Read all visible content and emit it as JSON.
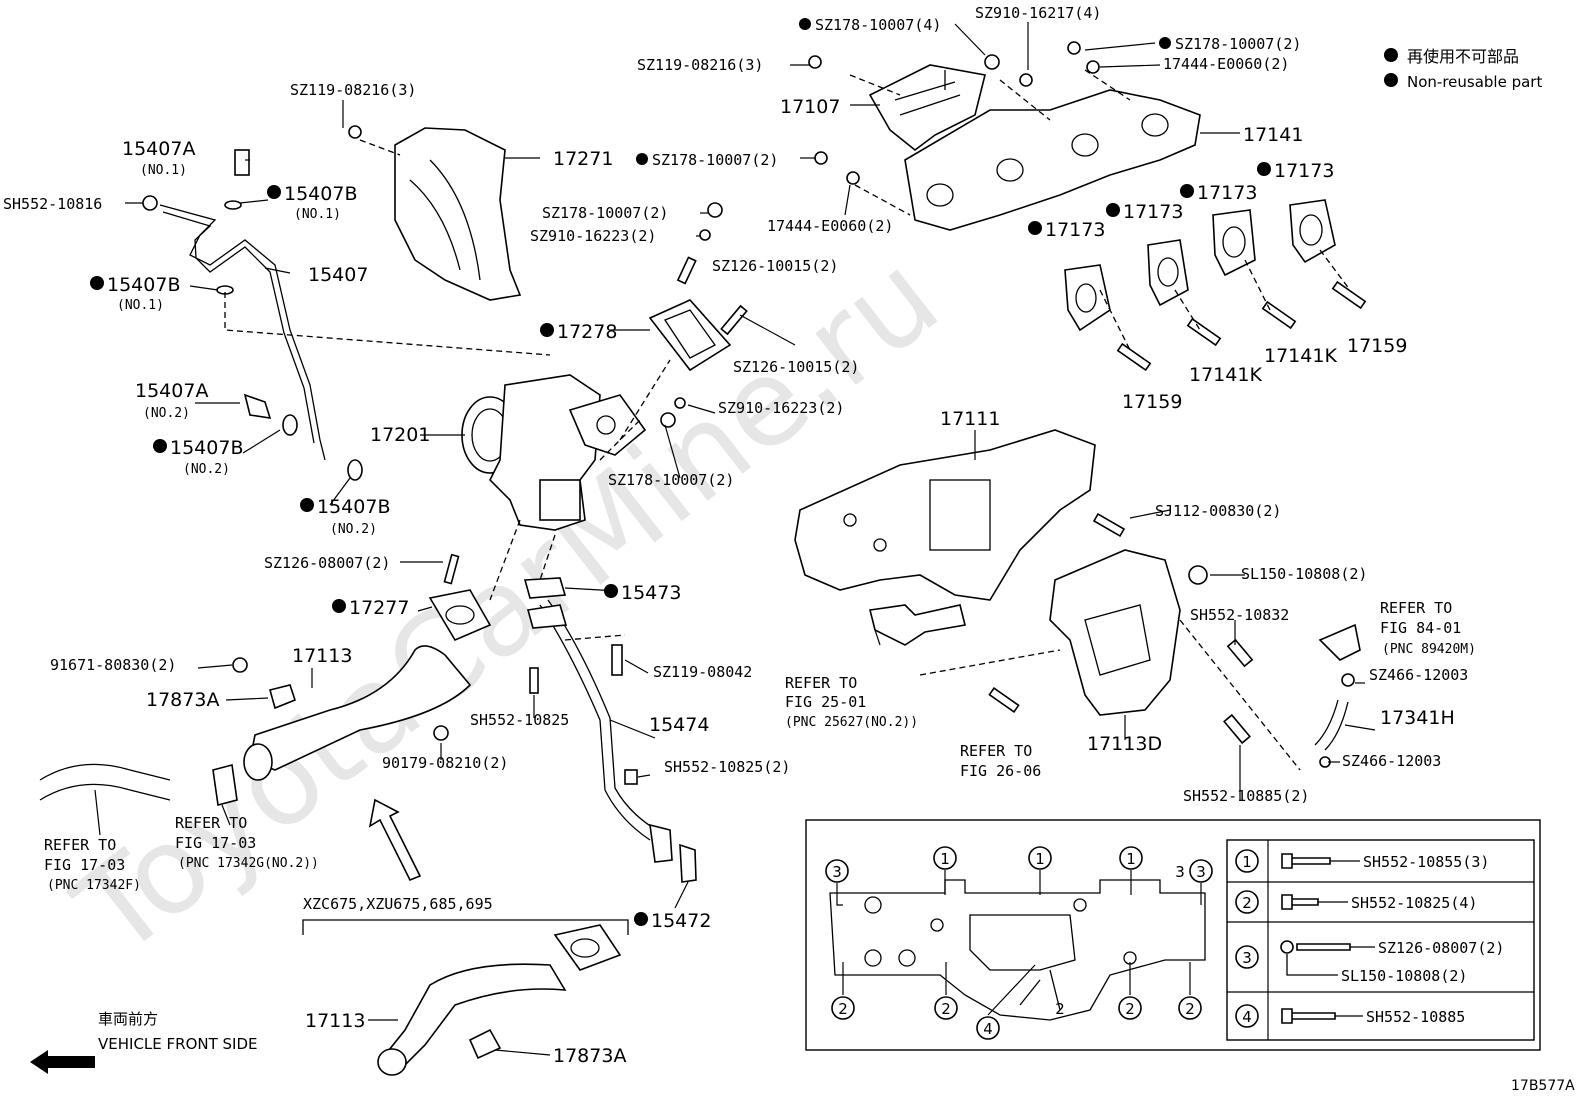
{
  "watermark": "ToyotaCarMine.ru",
  "legend": {
    "jp": "再使用不可部品",
    "en": "Non-reusable part"
  },
  "figure_code": "17B577A",
  "vehicle_front": {
    "jp": "車両前方",
    "en": "VEHICLE FRONT SIDE"
  },
  "model_bracket": "XZC675,XZU675,685,695",
  "labels": {
    "l_sz178_top": "SZ178-10007(4)",
    "l_sz910_top": "SZ910-16217(4)",
    "l_sz178_top2": "SZ178-10007(2)",
    "l_17444_top": "17444-E0060(2)",
    "l_sz119_a": "SZ119-08216(3)",
    "l_17107": "17107",
    "l_17141": "17141",
    "l_sz119_b": "SZ119-08216(3)",
    "l_17271": "17271",
    "l_15407a_1": "15407A",
    "l_no1_a": "(NO.1)",
    "l_sz178_mid": "SZ178-10007(2)",
    "l_17444_mid": "17444-E0060(2)",
    "l_sh552_10816": "SH552-10816",
    "l_15407b_1": "15407B",
    "l_no1_b": "(NO.1)",
    "l_sz178_c": "SZ178-10007(2)",
    "l_sz910_c": "SZ910-16223(2)",
    "l_17173_a": "17173",
    "l_17173_b": "17173",
    "l_17173_c": "17173",
    "l_17173_d": "17173",
    "l_sz126_a": "SZ126-10015(2)",
    "l_15407": "15407",
    "l_15407b_2": "15407B",
    "l_no1_c": "(NO.1)",
    "l_17278": "17278",
    "l_sz126_b": "SZ126-10015(2)",
    "l_17141k_a": "17141K",
    "l_17141k_b": "17141K",
    "l_17159_a": "17159",
    "l_17159_b": "17159",
    "l_15407a_2": "15407A",
    "l_no2_a": "(NO.2)",
    "l_sz910_d": "SZ910-16223(2)",
    "l_17111": "17111",
    "l_17201": "17201",
    "l_15407b_3": "15407B",
    "l_no2_b": "(NO.2)",
    "l_sz178_d": "SZ178-10007(2)",
    "l_15407b_4": "15407B",
    "l_no2_c": "(NO.2)",
    "l_sj112": "SJ112-00830(2)",
    "l_sz126_c": "SZ126-08007(2)",
    "l_sl150": "SL150-10808(2)",
    "l_17277": "17277",
    "l_15473": "15473",
    "l_sh552_10832": "SH552-10832",
    "l_refer_84": "REFER TO",
    "l_fig_84": "FIG 84-01",
    "l_pnc_89420": "(PNC 89420M)",
    "l_91671": "91671-80830(2)",
    "l_17113_a": "17113",
    "l_sz119_08042": "SZ119-08042",
    "l_sz466_a": "SZ466-12003",
    "l_17873a_a": "17873A",
    "l_refer_25": "REFER TO",
    "l_fig_25": "FIG 25-01",
    "l_pnc_25627": "(PNC 25627(NO.2))",
    "l_sh552_10825_a": "SH552-10825",
    "l_15474": "15474",
    "l_17341h": "17341H",
    "l_refer_26": "REFER TO",
    "l_fig_26": "FIG 26-06",
    "l_17113d": "17113D",
    "l_90179": "90179-08210(2)",
    "l_sz466_b": "SZ466-12003",
    "l_sh552_10825_b": "SH552-10825(2)",
    "l_sh552_10885": "SH552-10885(2)",
    "l_refer_17a": "REFER TO",
    "l_fig_17a": "FIG 17-03",
    "l_pnc_17342g": "(PNC 17342G(NO.2))",
    "l_refer_17b": "REFER TO",
    "l_fig_17b": "FIG 17-03",
    "l_pnc_17342f": "(PNC 17342F)",
    "l_15472": "15472",
    "l_17113_b": "17113",
    "l_17873a_b": "17873A"
  },
  "bolt_table": {
    "rows": [
      {
        "num": "1",
        "parts": [
          "SH552-10855(3)"
        ]
      },
      {
        "num": "2",
        "parts": [
          "SH552-10825(4)"
        ]
      },
      {
        "num": "3",
        "parts": [
          "SZ126-08007(2)",
          "SL150-10808(2)"
        ]
      },
      {
        "num": "4",
        "parts": [
          "SH552-10885"
        ]
      }
    ]
  },
  "inset_markers": [
    "1",
    "1",
    "1",
    "2",
    "2",
    "2",
    "2",
    "2",
    "3",
    "3",
    "3",
    "4"
  ]
}
